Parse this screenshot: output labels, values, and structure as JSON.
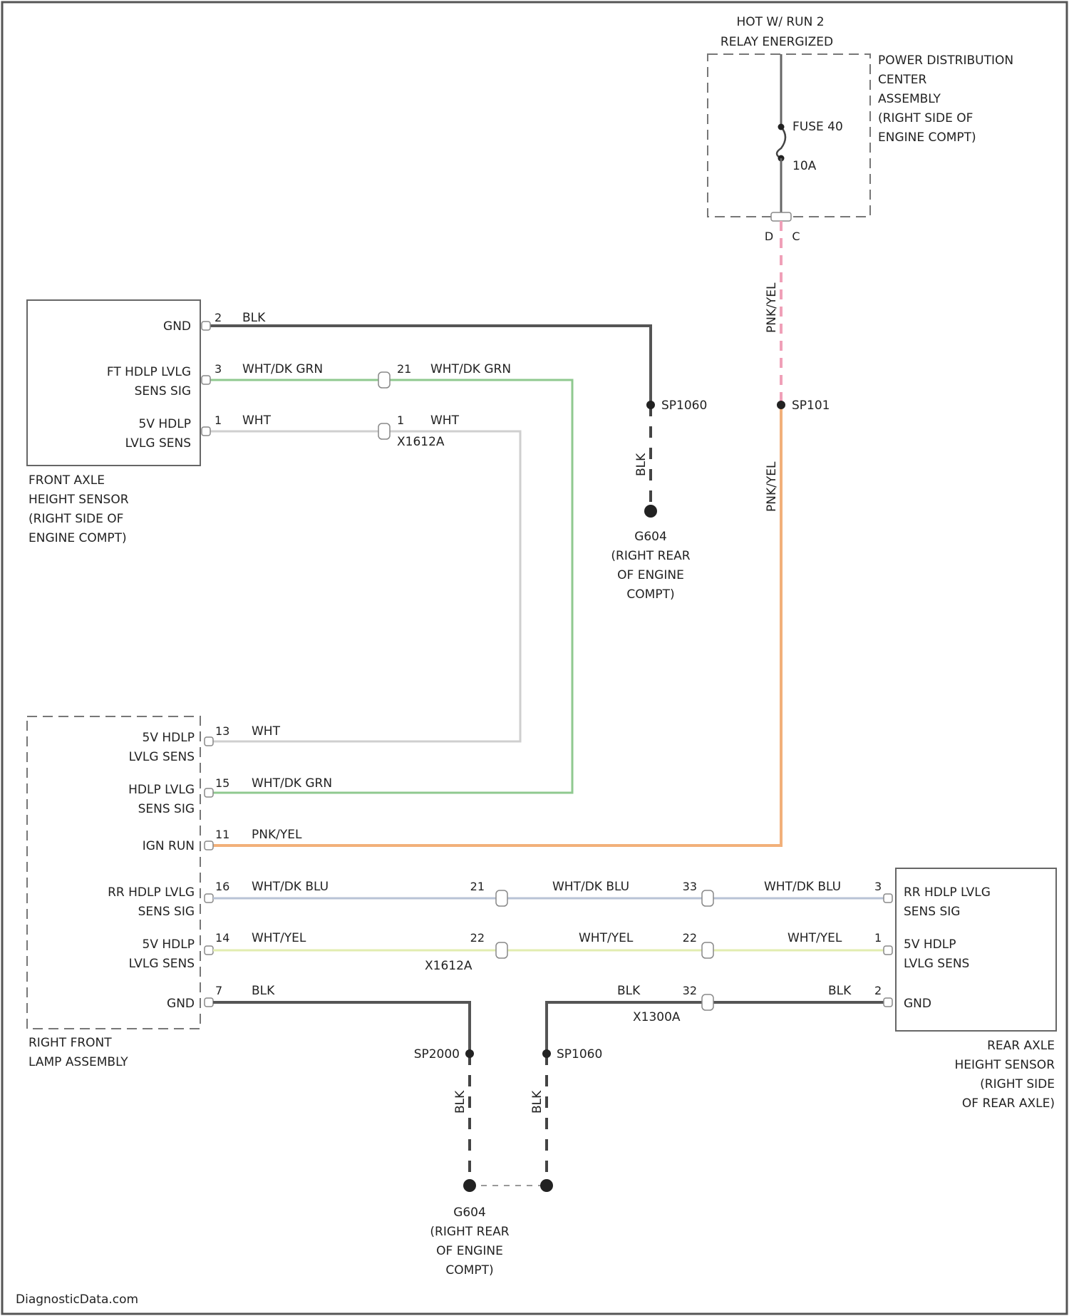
{
  "power": {
    "title_line1": "HOT W/ RUN 2",
    "title_line2": "RELAY ENERGIZED",
    "pdc_lines": [
      "POWER DISTRIBUTION",
      "CENTER",
      "ASSEMBLY",
      "(RIGHT SIDE OF",
      "ENGINE COMPT)"
    ],
    "fuse_label": "FUSE 40",
    "fuse_rating": "10A",
    "pins": [
      "D",
      "C"
    ],
    "wire_color_top": "PNK/YEL",
    "splice": "SP101",
    "wire_color_bottom": "PNK/YEL"
  },
  "front_sensor": {
    "pin_labels": [
      "GND",
      "FT HDLP LVLG",
      "SENS SIG",
      "5V HDLP",
      "LVLG SENS"
    ],
    "caption_lines": [
      "FRONT AXLE",
      "HEIGHT SENSOR",
      "(RIGHT SIDE OF",
      "ENGINE COMPT)"
    ],
    "wires": [
      {
        "pin": "2",
        "color": "BLK"
      },
      {
        "pin": "3",
        "color": "WHT/DK GRN"
      },
      {
        "pin": "1",
        "color": "WHT"
      }
    ]
  },
  "connector_front": {
    "name": "X1612A",
    "pins": [
      "21",
      "1"
    ],
    "colors": [
      "WHT/DK GRN",
      "WHT"
    ]
  },
  "ground_top": {
    "splice": "SP1060",
    "wire_color": "BLK",
    "lines": [
      "G604",
      "(RIGHT REAR",
      "OF ENGINE",
      "COMPT)"
    ]
  },
  "lamp": {
    "pin_labels": [
      "5V HDLP",
      "LVLG SENS",
      "HDLP LVLG",
      "SENS SIG",
      "IGN RUN",
      "RR HDLP LVLG",
      "SENS SIG",
      "5V HDLP",
      "LVLG SENS",
      "GND"
    ],
    "caption_lines": [
      "RIGHT FRONT",
      "LAMP ASSEMBLY"
    ],
    "wires": [
      {
        "pin": "13",
        "color": "WHT"
      },
      {
        "pin": "15",
        "color": "WHT/DK GRN"
      },
      {
        "pin": "11",
        "color": "PNK/YEL"
      },
      {
        "pin": "16",
        "color": "WHT/DK BLU"
      },
      {
        "pin": "14",
        "color": "WHT/YEL"
      },
      {
        "pin": "7",
        "color": "BLK"
      }
    ]
  },
  "connector_mid": {
    "name": "X1612A",
    "pins": [
      "21",
      "22"
    ],
    "colors": [
      "WHT/DK BLU",
      "WHT/YEL"
    ]
  },
  "connector_rear": {
    "name": "X1300A",
    "pins": [
      "33",
      "22",
      "32"
    ],
    "colors": [
      "WHT/DK BLU",
      "WHT/YEL",
      "BLK",
      "BLK"
    ]
  },
  "rear_sensor": {
    "pin_labels": [
      "RR HDLP LVLG",
      "SENS SIG",
      "5V HDLP",
      "LVLG SENS",
      "GND"
    ],
    "caption_lines": [
      "REAR AXLE",
      "HEIGHT SENSOR",
      "(RIGHT SIDE",
      "OF REAR AXLE)"
    ],
    "pins": [
      "3",
      "1",
      "2"
    ],
    "colors": [
      "WHT/DK BLU",
      "WHT/YEL",
      "BLK"
    ]
  },
  "ground_bottom": {
    "splice_left": "SP2000",
    "splice_right": "SP1060",
    "wire_color": "BLK",
    "lines": [
      "G604",
      "(RIGHT REAR",
      "OF ENGINE",
      "COMPT)"
    ]
  },
  "footer": {
    "watermark": "DiagnosticData.com"
  }
}
